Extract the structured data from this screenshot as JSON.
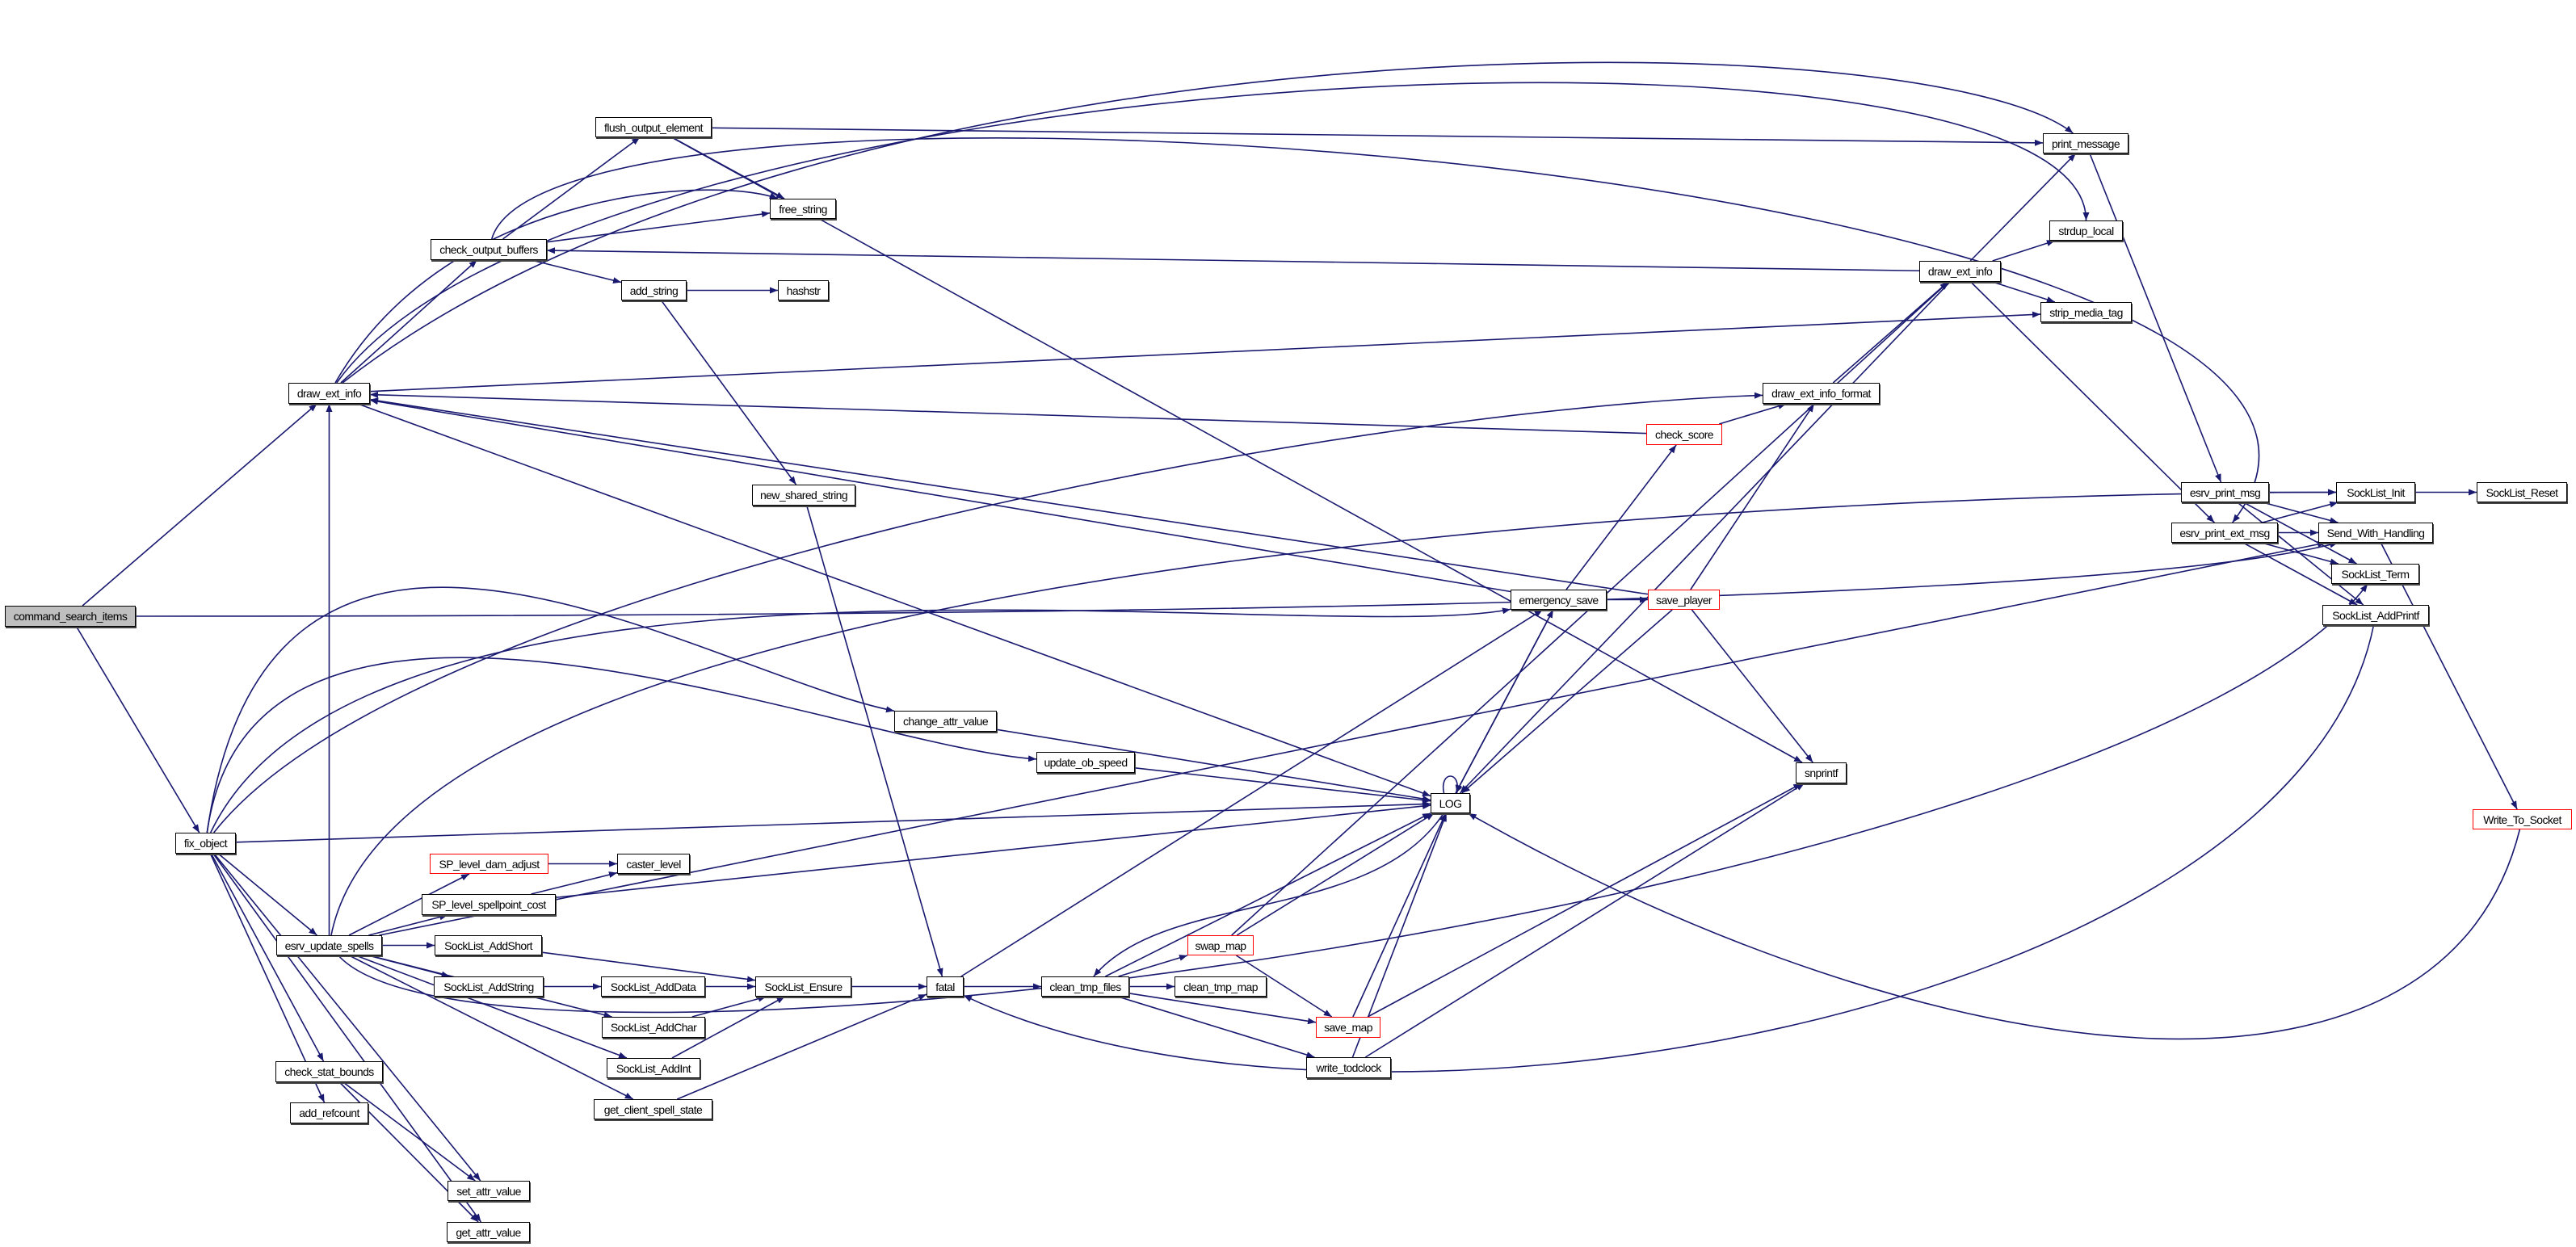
{
  "graph": {
    "root": "command_search_items",
    "edge_color": "#191970",
    "nodes": [
      {
        "id": "command_search_items",
        "label": "command_search_items",
        "style": "root"
      },
      {
        "id": "draw_ext_info_l",
        "label": "draw_ext_info",
        "style": "normal"
      },
      {
        "id": "check_output_buffers",
        "label": "check_output_buffers",
        "style": "normal"
      },
      {
        "id": "flush_output_element",
        "label": "flush_output_element",
        "style": "normal"
      },
      {
        "id": "free_string",
        "label": "free_string",
        "style": "normal"
      },
      {
        "id": "add_string",
        "label": "add_string",
        "style": "normal"
      },
      {
        "id": "hashstr",
        "label": "hashstr",
        "style": "normal"
      },
      {
        "id": "new_shared_string",
        "label": "new_shared_string",
        "style": "normal"
      },
      {
        "id": "fix_object",
        "label": "fix_object",
        "style": "normal"
      },
      {
        "id": "change_attr_value",
        "label": "change_attr_value",
        "style": "normal"
      },
      {
        "id": "update_ob_speed",
        "label": "update_ob_speed",
        "style": "normal"
      },
      {
        "id": "SP_level_dam_adjust",
        "label": "SP_level_dam_adjust",
        "style": "red"
      },
      {
        "id": "caster_level",
        "label": "caster_level",
        "style": "normal"
      },
      {
        "id": "SP_level_spellpoint_cost",
        "label": "SP_level_spellpoint_cost",
        "style": "normal"
      },
      {
        "id": "esrv_update_spells",
        "label": "esrv_update_spells",
        "style": "normal"
      },
      {
        "id": "SockList_AddShort",
        "label": "SockList_AddShort",
        "style": "normal"
      },
      {
        "id": "SockList_AddString",
        "label": "SockList_AddString",
        "style": "normal"
      },
      {
        "id": "SockList_AddData",
        "label": "SockList_AddData",
        "style": "normal"
      },
      {
        "id": "SockList_Ensure",
        "label": "SockList_Ensure",
        "style": "normal"
      },
      {
        "id": "fatal",
        "label": "fatal",
        "style": "normal"
      },
      {
        "id": "clean_tmp_files",
        "label": "clean_tmp_files",
        "style": "normal"
      },
      {
        "id": "clean_tmp_map",
        "label": "clean_tmp_map",
        "style": "normal"
      },
      {
        "id": "SockList_AddChar",
        "label": "SockList_AddChar",
        "style": "normal"
      },
      {
        "id": "SockList_AddInt",
        "label": "SockList_AddInt",
        "style": "normal"
      },
      {
        "id": "get_client_spell_state",
        "label": "get_client_spell_state",
        "style": "normal"
      },
      {
        "id": "check_stat_bounds",
        "label": "check_stat_bounds",
        "style": "normal"
      },
      {
        "id": "add_refcount",
        "label": "add_refcount",
        "style": "normal"
      },
      {
        "id": "set_attr_value",
        "label": "set_attr_value",
        "style": "normal"
      },
      {
        "id": "get_attr_value",
        "label": "get_attr_value",
        "style": "normal"
      },
      {
        "id": "swap_map",
        "label": "swap_map",
        "style": "red"
      },
      {
        "id": "save_map",
        "label": "save_map",
        "style": "red"
      },
      {
        "id": "write_todclock",
        "label": "write_todclock",
        "style": "normal"
      },
      {
        "id": "LOG",
        "label": "LOG",
        "style": "normal"
      },
      {
        "id": "emergency_save",
        "label": "emergency_save",
        "style": "normal"
      },
      {
        "id": "save_player",
        "label": "save_player",
        "style": "red"
      },
      {
        "id": "check_score",
        "label": "check_score",
        "style": "red"
      },
      {
        "id": "draw_ext_info_format",
        "label": "draw_ext_info_format",
        "style": "normal"
      },
      {
        "id": "snprintf",
        "label": "snprintf",
        "style": "normal"
      },
      {
        "id": "draw_ext_info_r",
        "label": "draw_ext_info",
        "style": "normal"
      },
      {
        "id": "print_message",
        "label": "print_message",
        "style": "normal"
      },
      {
        "id": "strdup_local",
        "label": "strdup_local",
        "style": "normal"
      },
      {
        "id": "strip_media_tag",
        "label": "strip_media_tag",
        "style": "normal"
      },
      {
        "id": "esrv_print_msg",
        "label": "esrv_print_msg",
        "style": "normal"
      },
      {
        "id": "esrv_print_ext_msg",
        "label": "esrv_print_ext_msg",
        "style": "normal"
      },
      {
        "id": "SockList_Init",
        "label": "SockList_Init",
        "style": "normal"
      },
      {
        "id": "SockList_Reset",
        "label": "SockList_Reset",
        "style": "normal"
      },
      {
        "id": "Send_With_Handling",
        "label": "Send_With_Handling",
        "style": "normal"
      },
      {
        "id": "SockList_Term",
        "label": "SockList_Term",
        "style": "normal"
      },
      {
        "id": "SockList_AddPrintf",
        "label": "SockList_AddPrintf",
        "style": "normal"
      },
      {
        "id": "Write_To_Socket",
        "label": "Write_To_Socket",
        "style": "red"
      }
    ],
    "edges": [
      [
        "command_search_items",
        "draw_ext_info_l"
      ],
      [
        "command_search_items",
        "fix_object"
      ],
      [
        "command_search_items",
        "Send_With_Handling"
      ],
      [
        "draw_ext_info_l",
        "check_output_buffers"
      ],
      [
        "draw_ext_info_l",
        "print_message"
      ],
      [
        "draw_ext_info_l",
        "strdup_local"
      ],
      [
        "draw_ext_info_l",
        "free_string"
      ],
      [
        "draw_ext_info_l",
        "strip_media_tag"
      ],
      [
        "draw_ext_info_l",
        "LOG"
      ],
      [
        "check_output_buffers",
        "flush_output_element"
      ],
      [
        "check_output_buffers",
        "free_string"
      ],
      [
        "check_output_buffers",
        "add_string"
      ],
      [
        "check_output_buffers",
        "esrv_print_ext_msg"
      ],
      [
        "flush_output_element",
        "print_message"
      ],
      [
        "flush_output_element",
        "free_string"
      ],
      [
        "flush_output_element",
        "snprintf"
      ],
      [
        "add_string",
        "hashstr"
      ],
      [
        "add_string",
        "new_shared_string"
      ],
      [
        "new_shared_string",
        "fatal"
      ],
      [
        "draw_ext_info_r",
        "check_output_buffers"
      ],
      [
        "draw_ext_info_r",
        "print_message"
      ],
      [
        "draw_ext_info_r",
        "strdup_local"
      ],
      [
        "draw_ext_info_r",
        "strip_media_tag"
      ],
      [
        "draw_ext_info_r",
        "esrv_print_ext_msg"
      ],
      [
        "draw_ext_info_r",
        "LOG"
      ],
      [
        "draw_ext_info_format",
        "draw_ext_info_r"
      ],
      [
        "check_score",
        "draw_ext_info_l"
      ],
      [
        "check_score",
        "draw_ext_info_format"
      ],
      [
        "emergency_save",
        "check_score"
      ],
      [
        "emergency_save",
        "save_player"
      ],
      [
        "emergency_save",
        "draw_ext_info_l"
      ],
      [
        "emergency_save",
        "LOG"
      ],
      [
        "save_player",
        "draw_ext_info_l"
      ],
      [
        "save_player",
        "draw_ext_info_format"
      ],
      [
        "save_player",
        "LOG"
      ],
      [
        "save_player",
        "snprintf"
      ],
      [
        "LOG",
        "emergency_save"
      ],
      [
        "LOG",
        "LOG"
      ],
      [
        "fix_object",
        "change_attr_value"
      ],
      [
        "fix_object",
        "update_ob_speed"
      ],
      [
        "fix_object",
        "LOG"
      ],
      [
        "fix_object",
        "esrv_update_spells"
      ],
      [
        "fix_object",
        "check_stat_bounds"
      ],
      [
        "fix_object",
        "add_refcount"
      ],
      [
        "fix_object",
        "set_attr_value"
      ],
      [
        "fix_object",
        "get_attr_value"
      ],
      [
        "fix_object",
        "draw_ext_info_format"
      ],
      [
        "fix_object",
        "emergency_save"
      ],
      [
        "esrv_update_spells",
        "SP_level_dam_adjust"
      ],
      [
        "esrv_update_spells",
        "SP_level_spellpoint_cost"
      ],
      [
        "esrv_update_spells",
        "SockList_AddShort"
      ],
      [
        "esrv_update_spells",
        "SockList_AddString"
      ],
      [
        "esrv_update_spells",
        "SockList_AddChar"
      ],
      [
        "esrv_update_spells",
        "SockList_AddInt"
      ],
      [
        "esrv_update_spells",
        "get_client_spell_state"
      ],
      [
        "esrv_update_spells",
        "SockList_Init"
      ],
      [
        "esrv_update_spells",
        "Send_With_Handling"
      ],
      [
        "esrv_update_spells",
        "SockList_Term"
      ],
      [
        "esrv_update_spells",
        "draw_ext_info_l"
      ],
      [
        "SP_level_dam_adjust",
        "caster_level"
      ],
      [
        "SP_level_spellpoint_cost",
        "caster_level"
      ],
      [
        "SP_level_spellpoint_cost",
        "LOG"
      ],
      [
        "SockList_AddShort",
        "SockList_Ensure"
      ],
      [
        "SockList_AddString",
        "SockList_AddData"
      ],
      [
        "SockList_AddData",
        "SockList_Ensure"
      ],
      [
        "SockList_AddChar",
        "SockList_Ensure"
      ],
      [
        "SockList_AddInt",
        "SockList_Ensure"
      ],
      [
        "SockList_Ensure",
        "fatal"
      ],
      [
        "get_client_spell_state",
        "fatal"
      ],
      [
        "check_stat_bounds",
        "set_attr_value"
      ],
      [
        "check_stat_bounds",
        "get_attr_value"
      ],
      [
        "change_attr_value",
        "LOG"
      ],
      [
        "update_ob_speed",
        "LOG"
      ],
      [
        "fatal",
        "clean_tmp_files"
      ],
      [
        "fatal",
        "emergency_save"
      ],
      [
        "clean_tmp_files",
        "swap_map"
      ],
      [
        "clean_tmp_files",
        "clean_tmp_map"
      ],
      [
        "clean_tmp_files",
        "save_map"
      ],
      [
        "clean_tmp_files",
        "write_todclock"
      ],
      [
        "clean_tmp_files",
        "LOG"
      ],
      [
        "LOG",
        "clean_tmp_files"
      ],
      [
        "swap_map",
        "LOG"
      ],
      [
        "swap_map",
        "save_map"
      ],
      [
        "swap_map",
        "draw_ext_info_r"
      ],
      [
        "save_map",
        "LOG"
      ],
      [
        "save_map",
        "snprintf"
      ],
      [
        "write_todclock",
        "LOG"
      ],
      [
        "write_todclock",
        "snprintf"
      ],
      [
        "print_message",
        "esrv_print_msg"
      ],
      [
        "esrv_print_msg",
        "SockList_Init"
      ],
      [
        "esrv_print_msg",
        "Send_With_Handling"
      ],
      [
        "esrv_print_msg",
        "SockList_Term"
      ],
      [
        "esrv_print_msg",
        "SockList_AddPrintf"
      ],
      [
        "esrv_print_ext_msg",
        "SockList_Init"
      ],
      [
        "esrv_print_ext_msg",
        "Send_With_Handling"
      ],
      [
        "esrv_print_ext_msg",
        "SockList_Term"
      ],
      [
        "esrv_print_ext_msg",
        "SockList_AddPrintf"
      ],
      [
        "SockList_Init",
        "SockList_Reset"
      ],
      [
        "Send_With_Handling",
        "Write_To_Socket"
      ],
      [
        "Write_To_Socket",
        "LOG"
      ],
      [
        "SockList_AddPrintf",
        "fatal"
      ]
    ]
  }
}
